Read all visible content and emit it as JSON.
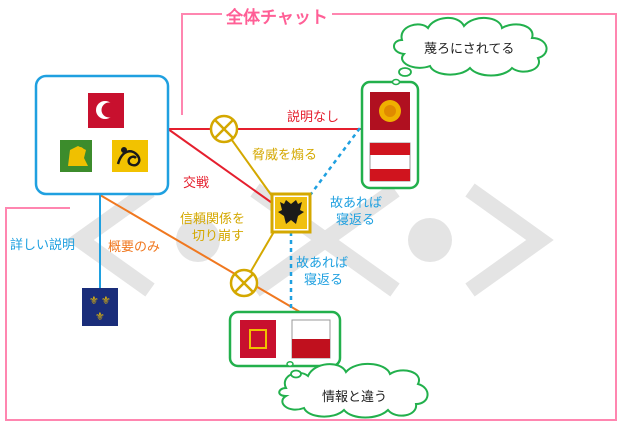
{
  "title": "全体チャット",
  "bubbles": {
    "top": "蔑ろにされてる",
    "bottom": "情報と違う"
  },
  "edges": {
    "no_explanation": "説明なし",
    "war": "交戦",
    "threat": "脅威を煽る",
    "break_trust_line1": "信頼関係を",
    "break_trust_line2": "切り崩す",
    "summary_only": "概要のみ",
    "detailed": "詳しい説明",
    "betray_a_line1": "故あれば",
    "betray_a_line2": "寝返る",
    "betray_b_line1": "故あれば",
    "betray_b_line2": "寝返る"
  },
  "watermark": "<・><・>",
  "colors": {
    "pink": "#ff5f96",
    "blue": "#1fa0e0",
    "green": "#22b04c",
    "red": "#e51f2e",
    "orange": "#f07820",
    "gold": "#d4a800",
    "dashed_blue": "#1fa0e0"
  }
}
